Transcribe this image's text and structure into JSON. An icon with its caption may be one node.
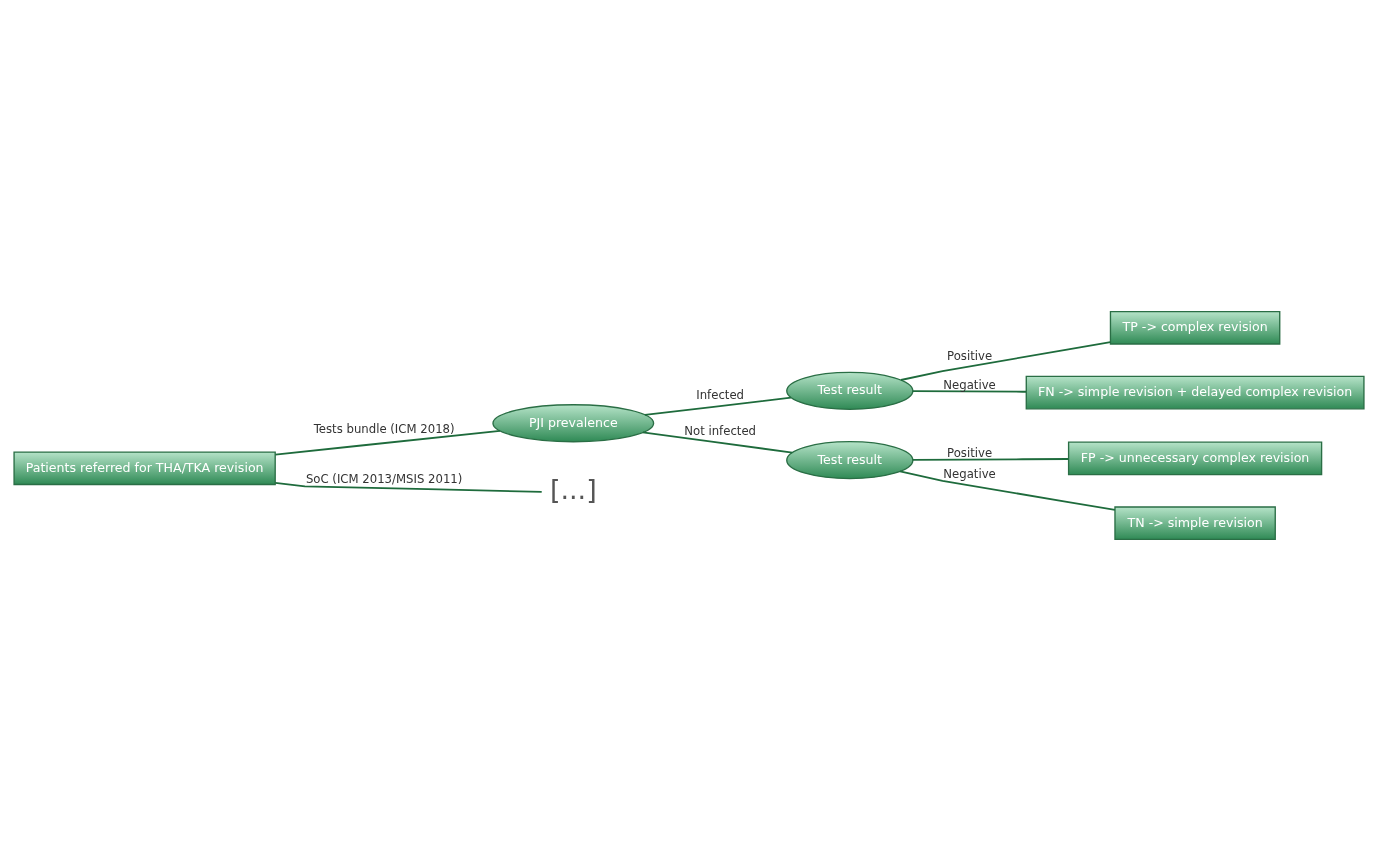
{
  "diagram": {
    "nodes": [
      {
        "text": [
          "Patients referred for THA/TKA revision"
        ]
      },
      {
        "text": [
          "PJI prevalence"
        ]
      },
      {
        "text": [
          "[...]"
        ]
      },
      {
        "text": [
          "Test result"
        ]
      },
      {
        "text": [
          "Test result"
        ]
      },
      {
        "text": [
          "TP -> complex revision"
        ]
      },
      {
        "text": [
          "FN -> simple revision + delayed complex revision"
        ]
      },
      {
        "text": [
          "FP -> unnecessary complex revision"
        ]
      },
      {
        "text": [
          "TN -> simple revision"
        ]
      }
    ],
    "edges": [
      {
        "from": 0,
        "to": 1,
        "arrow": "none",
        "label": "Tests bundle (ICM 2018)"
      },
      {
        "from": 0,
        "to": 2,
        "arrow": "none",
        "label": "SoC (ICM 2013/MSIS 2011)"
      },
      {
        "from": 1,
        "to": 3,
        "arrow": "none",
        "label": "Infected"
      },
      {
        "from": 1,
        "to": 4,
        "arrow": "none",
        "label": "Not infected"
      },
      {
        "from": 3,
        "to": 5,
        "arrow": "none",
        "label": "Positive"
      },
      {
        "from": 3,
        "to": 6,
        "arrow": "none",
        "label": "Negative"
      },
      {
        "from": 4,
        "to": 7,
        "arrow": "none",
        "label": "Positive"
      },
      {
        "from": 4,
        "to": 8,
        "arrow": "none",
        "label": "Negative"
      }
    ]
  }
}
